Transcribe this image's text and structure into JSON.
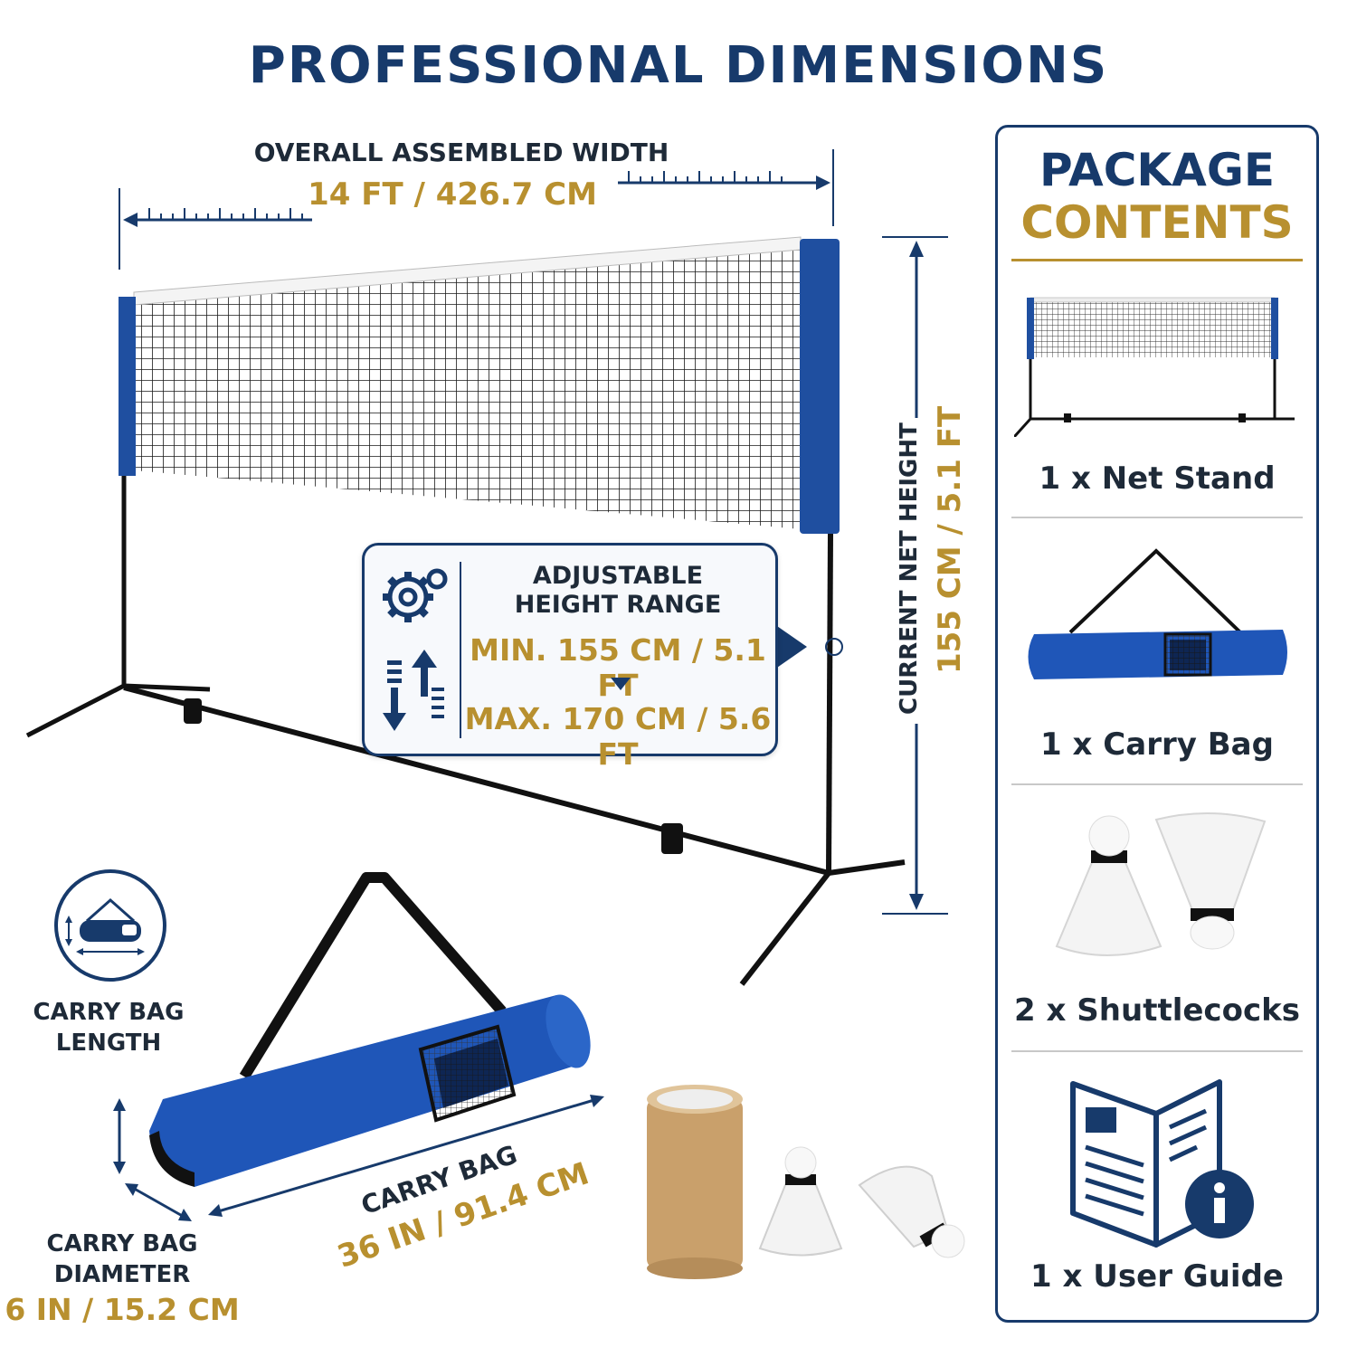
{
  "title": "PROFESSIONAL DIMENSIONS",
  "width": {
    "label": "OVERALL ASSEMBLED WIDTH",
    "value": "14 FT / 426.7 CM"
  },
  "height": {
    "label": "CURRENT NET HEIGHT",
    "value": "155 CM / 5.1 FT"
  },
  "height_range": {
    "title_line1": "ADJUSTABLE",
    "title_line2": "HEIGHT RANGE",
    "min": "MIN. 155 CM / 5.1 FT",
    "max": "MAX. 170 CM / 5.6 FT"
  },
  "package": {
    "title_line1": "PACKAGE",
    "title_line2": "CONTENTS",
    "items": [
      {
        "label": "1 x Net Stand",
        "icon": "net-stand-image"
      },
      {
        "label": "1 x Carry Bag",
        "icon": "carry-bag-image"
      },
      {
        "label": "2 x Shuttlecocks",
        "icon": "shuttlecocks-image"
      },
      {
        "label": "1 x User Guide",
        "icon": "user-guide-icon"
      }
    ]
  },
  "carry_bag": {
    "length_icon_label_line1": "CARRY BAG",
    "length_icon_label_line2": "LENGTH",
    "length_label": "CARRY BAG",
    "length_value": "36 IN / 91.4 CM",
    "diameter_label_line1": "CARRY BAG",
    "diameter_label_line2": "DIAMETER",
    "diameter_value": "6 IN / 15.2 CM"
  },
  "colors": {
    "navy": "#173a6b",
    "gold": "#b8902f",
    "net_blue": "#1f4fa0",
    "text_dark": "#1e2a38"
  }
}
